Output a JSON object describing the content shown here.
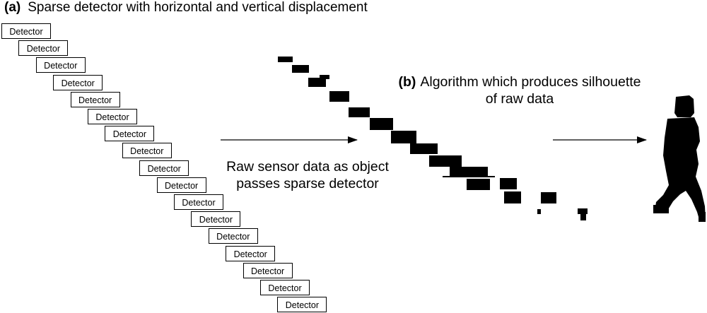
{
  "title": {
    "label": "(a)",
    "text": "Sparse detector with horizontal and vertical displacement"
  },
  "detector_label": "Detector",
  "detector_count": 17,
  "caption_raw": {
    "line1": "Raw sensor data as object",
    "line2": "passes sparse detector"
  },
  "caption_algo": {
    "label": "(b)",
    "line1": "Algorithm which produces silhouette",
    "line2": "of raw data"
  }
}
